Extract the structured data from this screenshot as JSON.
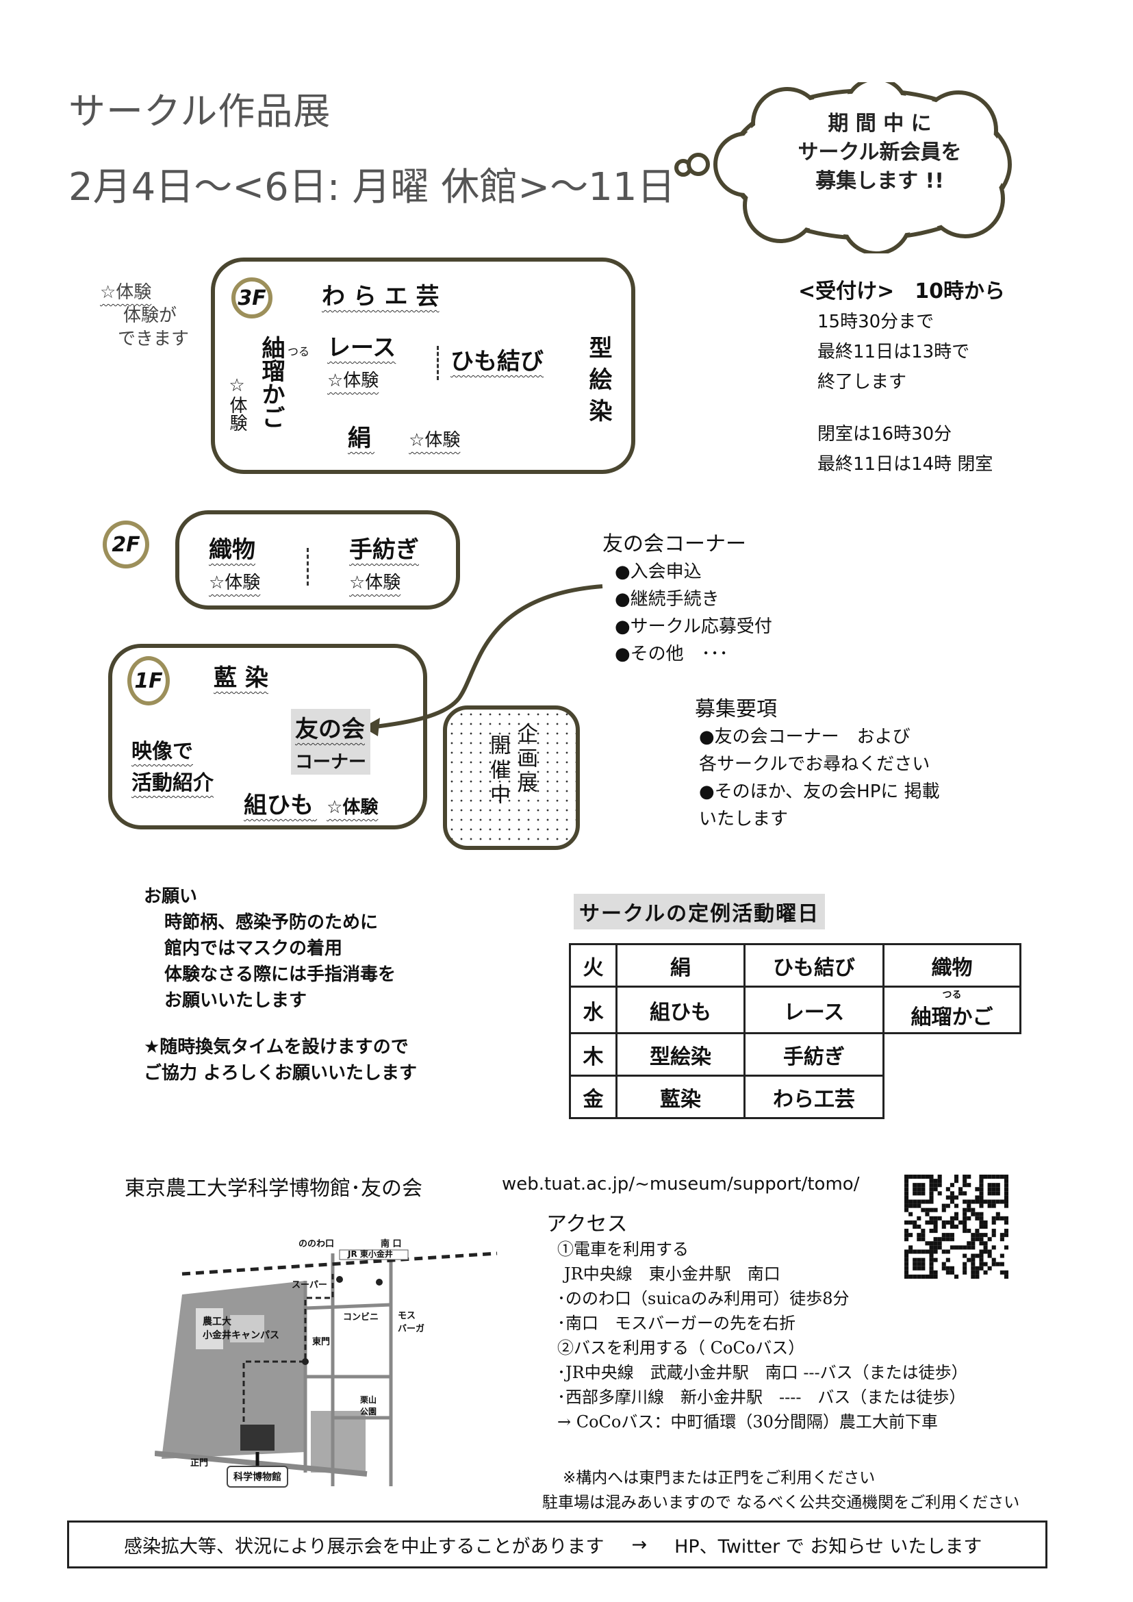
{
  "header": {
    "title": "サークル作品展",
    "dates": "2月4日～<6日: 月曜 休館>～11日"
  },
  "cloud": {
    "lines": [
      "期 間 中 に",
      "サークル新会員を",
      "募集します !!"
    ]
  },
  "legend": {
    "star": "☆体験",
    "line1": "体験が",
    "line2": "できます"
  },
  "floor3": {
    "badge": "3F",
    "wara": "わ ら エ 芸",
    "tsumugi": "紬瑠かご",
    "ruby": "つる",
    "tsumugi_exp": "☆体験",
    "lace": "レース",
    "lace_exp": "☆体験",
    "himo": "ひも結び",
    "katae": "型絵染",
    "kinu": "絹",
    "kinu_exp": "☆体験"
  },
  "reception": {
    "head": "<受付け>　10時から",
    "lines": [
      "15時30分まで",
      "最終11日は13時で",
      "終了します"
    ],
    "close": [
      "閉室は16時30分",
      "最終11日は14時 閉室"
    ]
  },
  "floor2": {
    "badge": "2F",
    "orimono": "織物",
    "orimono_exp": "☆体験",
    "teboki": "手紡ぎ",
    "teboki_exp": "☆体験"
  },
  "corner": {
    "title": "友の会コーナー",
    "items": [
      "●入会申込",
      "●継続手続き",
      "●サークル応募受付",
      "●その他　･･･"
    ]
  },
  "floor1": {
    "badge": "1F",
    "aizome": "藍 染",
    "tomo": "友の会",
    "corner": "コーナー",
    "eizo1": "映像で",
    "eizo2": "活動紹介",
    "kumihimo": "組ひも",
    "kumihimo_exp": "☆体験"
  },
  "kikaku": {
    "col1": "企画展",
    "col2": "開催中"
  },
  "recruit": {
    "title": "募集要項",
    "lines": [
      "●友の会コーナー　および",
      "各サークルでお尋ねください",
      "●そのほか、友の会HPに 掲載",
      "いたします"
    ]
  },
  "request": {
    "title": "お願い",
    "lines": [
      "時節柄、感染予防のために",
      "館内ではマスクの着用",
      "体験なさる際には手指消毒を",
      "お願いいたします"
    ],
    "notice": [
      "★随時換気タイムを設けますので",
      "ご協力 よろしくお願いいたします"
    ]
  },
  "schedule": {
    "title": "サークルの定例活動曜日",
    "rows": [
      {
        "day": "火",
        "c1": "絹",
        "c2": "ひも結び",
        "c3": "織物"
      },
      {
        "day": "水",
        "c1": "組ひも",
        "c2": "レース",
        "c3": "紬瑠かご",
        "c3_ruby": "つる"
      },
      {
        "day": "木",
        "c1": "型絵染",
        "c2": "手紡ぎ"
      },
      {
        "day": "金",
        "c1": "藍染",
        "c2": "わら工芸"
      }
    ]
  },
  "footer": {
    "org": "東京農工大学科学博物館･友の会",
    "url": "web.tuat.ac.jp/~museum/support/tomo/"
  },
  "map": {
    "nonowa": "ののわ口",
    "minami": "南 口",
    "jr": "JR 東小金井",
    "super": "スーパー",
    "conv": "コンビニ",
    "mos": "モス バーガ",
    "campus1": "農工大",
    "campus2": "小金井キャンパス",
    "east": "東門",
    "park": "栗山 公園",
    "main": "正門",
    "museum": "科学博物館"
  },
  "access": {
    "title": "アクセス",
    "lines": [
      "①電車を利用する",
      "JR中央線　東小金井駅　南口",
      "･ののわ口（suicaのみ利用可）徒歩8分",
      "･南口　モスバーガーの先を右折",
      "②バスを利用する（ CoCoバス）",
      "･JR中央線　武蔵小金井駅　南口 ---バス（または徒歩）",
      "･西部多摩川線　新小金井駅　----　バス（または徒歩）",
      "→ CoCoバス：中町循環（30分間隔）農工大前下車"
    ]
  },
  "notes": [
    "※構内へは東門または正門をご利用ください",
    "駐車場は混みあいますので なるべく公共交通機関をご利用ください"
  ],
  "banner": {
    "left": "感染拡大等、状況により展示会を中止することがあります",
    "arrow": "→",
    "right": "HP、Twitter で お知らせ いたします"
  },
  "colors": {
    "frame": "#4a4630",
    "ring": "#9c8f5a"
  }
}
